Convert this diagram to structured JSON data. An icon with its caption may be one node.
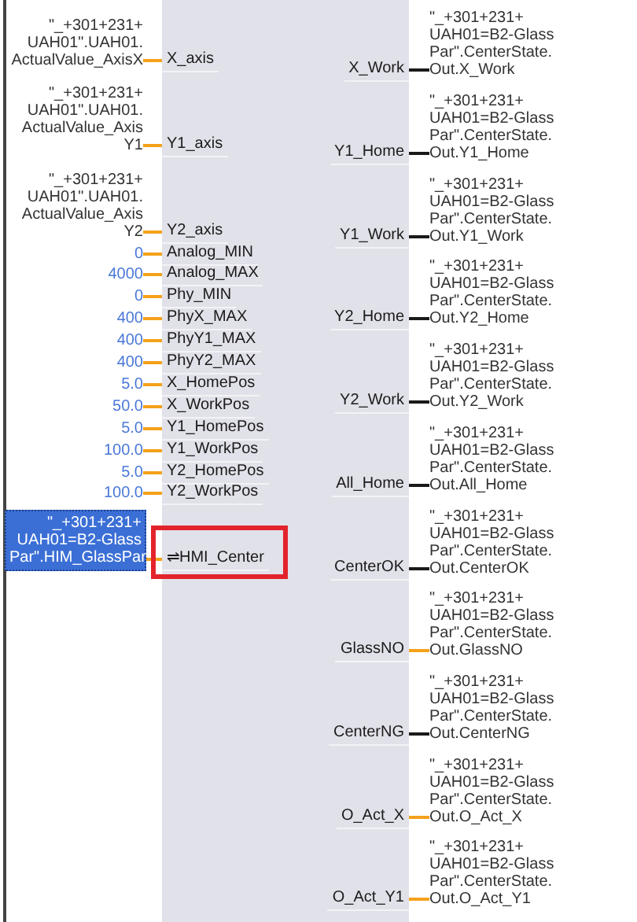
{
  "diagram": {
    "nodes": [
      {
        "text": [],
        "shape": "box"
      },
      {
        "text": [
          "X_axis"
        ],
        "in": 0
      },
      {
        "text": [
          "Y1_axis"
        ],
        "in": 0
      },
      {
        "text": [
          "Y2_axis"
        ],
        "in": 0
      },
      {
        "text": [
          "Analog_MIN"
        ],
        "in": 0
      },
      {
        "text": [
          "Analog_MAX"
        ],
        "in": 0
      },
      {
        "text": [
          "Phy_MIN"
        ],
        "in": 0
      },
      {
        "text": [
          "PhyX_MAX"
        ],
        "in": 0
      },
      {
        "text": [
          "PhyY1_MAX"
        ],
        "in": 0
      },
      {
        "text": [
          "PhyY2_MAX"
        ],
        "in": 0
      },
      {
        "text": [
          "X_HomePos"
        ],
        "in": 0
      },
      {
        "text": [
          "X_WorkPos"
        ],
        "in": 0
      },
      {
        "text": [
          "Y1_HomePos"
        ],
        "in": 0
      },
      {
        "text": [
          "Y1_WorkPos"
        ],
        "in": 0
      },
      {
        "text": [
          "Y2_HomePos"
        ],
        "in": 0
      },
      {
        "text": [
          "Y2_WorkPos"
        ],
        "in": 0
      },
      {
        "text": [
          "⇌HMI_Center"
        ],
        "in": 0
      },
      {
        "text": [
          "X_Work"
        ],
        "in": 0
      },
      {
        "text": [
          "Y1_Home"
        ],
        "in": 0
      },
      {
        "text": [
          "Y1_Work"
        ],
        "in": 0
      },
      {
        "text": [
          "Y2_Home"
        ],
        "in": 0
      },
      {
        "text": [
          "Y2_Work"
        ],
        "in": 0
      },
      {
        "text": [
          "All_Home"
        ],
        "in": 0
      },
      {
        "text": [
          "CenterOK"
        ],
        "in": 0
      },
      {
        "text": [
          "GlassNO"
        ],
        "in": 0
      },
      {
        "text": [
          "CenterNG"
        ],
        "in": 0
      },
      {
        "text": [
          "O_Act_X"
        ],
        "in": 0
      },
      {
        "text": [
          "O_Act_Y1"
        ],
        "in": 0
      },
      {
        "text": [
          "\"_+301+231+ UAH01\".UAH01. ActualValue_AxisX"
        ]
      },
      {
        "text": [
          "\"_+301+231+ UAH01\".UAH01. ActualValue_Axis Y1"
        ]
      },
      {
        "text": [
          "\"_+301+231+ UAH01\".UAH01. ActualValue_Axis Y2"
        ]
      },
      {
        "text": [
          "0"
        ]
      },
      {
        "text": [
          "4000"
        ]
      },
      {
        "text": [
          "0"
        ]
      },
      {
        "text": [
          "400"
        ]
      },
      {
        "text": [
          "400"
        ]
      },
      {
        "text": [
          "400"
        ]
      },
      {
        "text": [
          "5.0"
        ]
      },
      {
        "text": [
          "50.0"
        ]
      },
      {
        "text": [
          "5.0"
        ]
      },
      {
        "text": [
          "100.0"
        ]
      },
      {
        "text": [
          "5.0"
        ]
      },
      {
        "text": [
          "100.0"
        ]
      },
      {
        "text": [
          "\"_+301+231+ UAH01=B2-Glass Par\".HIM_GlassPar"
        ]
      },
      {
        "text": [
          "\"_+301+231+ UAH01=B2-Glass Par\".CenterState. Out.X_Work"
        ]
      },
      {
        "text": [
          "\"_+301+231+ UAH01=B2-Glass Par\".CenterState. Out.Y1_Home"
        ]
      },
      {
        "text": [
          "\"_+301+231+ UAH01=B2-Glass Par\".CenterState. Out.Y1_Work"
        ]
      },
      {
        "text": [
          "\"_+301+231+ UAH01=B2-Glass Par\".CenterState. Out.Y2_Home"
        ]
      },
      {
        "text": [
          "\"_+301+231+ UAH01=B2-Glass Par\".CenterState. Out.Y2_Work"
        ]
      },
      {
        "text": [
          "\"_+301+231+ UAH01=B2-Glass Par\".CenterState. Out.All_Home"
        ]
      },
      {
        "text": [
          "\"_+301+231+ UAH01=B2-Glass Par\".CenterState. Out.CenterOK"
        ]
      },
      {
        "text": [
          "\"_+301+231+ UAH01=B2-Glass Par\".CenterState. Out.GlassNO"
        ]
      },
      {
        "text": [
          "\"_+301+231+ UAH01=B2-Glass Par\".CenterState. Out.CenterNG"
        ]
      },
      {
        "text": [
          "\"_+301+231+ UAH01=B2-Glass Par\".CenterState. Out.O_Act_X"
        ]
      },
      {
        "text": [
          "\"_+301+231+ UAH01=B2-Glass Par\".CenterState. Out.O_Act_Y1"
        ]
      }
    ],
    "edges": [
      {
        "from": 28,
        "to": 1,
        "arrow": "none"
      },
      {
        "from": 29,
        "to": 2,
        "arrow": "none"
      },
      {
        "from": 30,
        "to": 3,
        "arrow": "none"
      },
      {
        "from": 31,
        "to": 4,
        "arrow": "none"
      },
      {
        "from": 32,
        "to": 5,
        "arrow": "none"
      },
      {
        "from": 33,
        "to": 6,
        "arrow": "none"
      },
      {
        "from": 34,
        "to": 7,
        "arrow": "none"
      },
      {
        "from": 35,
        "to": 8,
        "arrow": "none"
      },
      {
        "from": 36,
        "to": 9,
        "arrow": "none"
      },
      {
        "from": 37,
        "to": 10,
        "arrow": "none"
      },
      {
        "from": 38,
        "to": 11,
        "arrow": "none"
      },
      {
        "from": 39,
        "to": 12,
        "arrow": "none"
      },
      {
        "from": 40,
        "to": 13,
        "arrow": "none"
      },
      {
        "from": 41,
        "to": 14,
        "arrow": "none"
      },
      {
        "from": 42,
        "to": 15,
        "arrow": "none"
      },
      {
        "from": 43,
        "to": 16,
        "arrow": "none"
      },
      {
        "from": 17,
        "to": 44,
        "arrow": "none",
        "color": "#1a1a1a"
      },
      {
        "from": 18,
        "to": 45,
        "arrow": "none",
        "color": "#1a1a1a"
      },
      {
        "from": 19,
        "to": 46,
        "arrow": "none",
        "color": "#1a1a1a"
      },
      {
        "from": 20,
        "to": 47,
        "arrow": "none",
        "color": "#1a1a1a"
      },
      {
        "from": 21,
        "to": 48,
        "arrow": "none",
        "color": "#1a1a1a"
      },
      {
        "from": 22,
        "to": 49,
        "arrow": "none",
        "color": "#1a1a1a"
      },
      {
        "from": 23,
        "to": 50,
        "arrow": "none",
        "color": "#1a1a1a"
      },
      {
        "from": 24,
        "to": 51,
        "arrow": "none"
      },
      {
        "from": 25,
        "to": 52,
        "arrow": "none",
        "color": "#1a1a1a"
      },
      {
        "from": 26,
        "to": 53,
        "arrow": "none"
      },
      {
        "from": 27,
        "to": 54,
        "arrow": "none"
      }
    ]
  }
}
